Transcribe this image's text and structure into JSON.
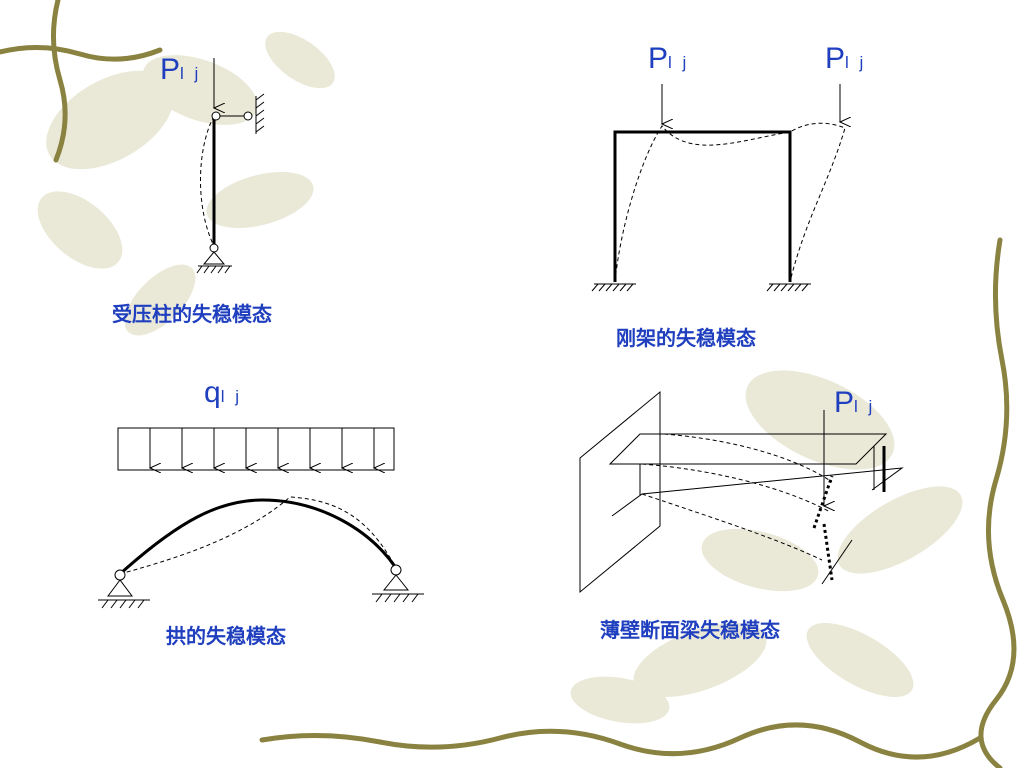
{
  "labels": {
    "column_load": {
      "main": "P",
      "sub": "l j"
    },
    "frame_load_left": {
      "main": "P",
      "sub": "l j"
    },
    "frame_load_right": {
      "main": "P",
      "sub": "l j"
    },
    "arch_load": {
      "main": "q",
      "sub": "l j"
    },
    "beam_load": {
      "main": "P",
      "sub": "l j"
    }
  },
  "captions": {
    "column": "受压柱的失稳模态",
    "frame": "刚架的失稳模态",
    "arch": "拱的失稳模态",
    "beam": "薄壁断面梁失稳模态"
  },
  "colors": {
    "label": "#1f3fbf",
    "line": "#000000",
    "vine": "#7b7438",
    "leaf_bg": "#d7d6b6"
  }
}
